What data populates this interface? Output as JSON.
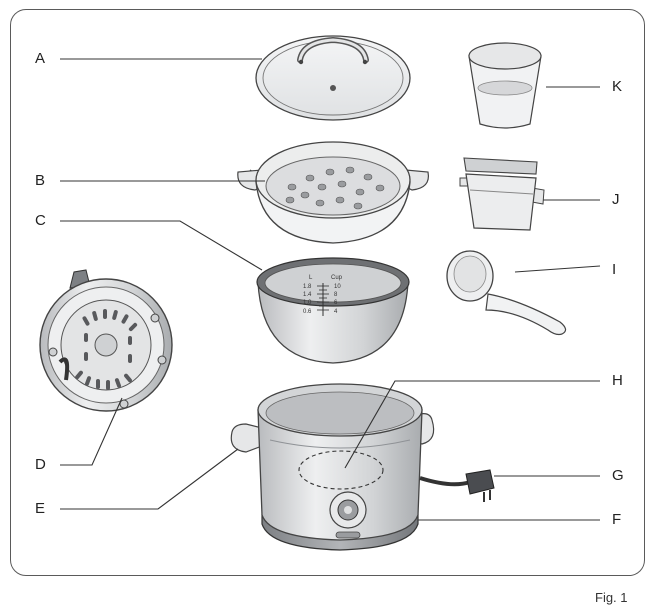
{
  "caption": "Fig. 1",
  "labels": {
    "A": "A",
    "B": "B",
    "C": "C",
    "D": "D",
    "E": "E",
    "F": "F",
    "G": "G",
    "H": "H",
    "I": "I",
    "J": "J",
    "K": "K"
  },
  "scale": {
    "unit_left": "L",
    "unit_right": "Cup",
    "left_marks": [
      "1.8",
      "1.4",
      "1.0",
      "0.6"
    ],
    "right_marks": [
      "10",
      "8",
      "6",
      "4"
    ]
  },
  "colors": {
    "line": "#333333",
    "metal": "#d9dadc",
    "metal_dark": "#8f9296",
    "bowl_rim": "#6e7073",
    "white": "#f7f7f7"
  }
}
